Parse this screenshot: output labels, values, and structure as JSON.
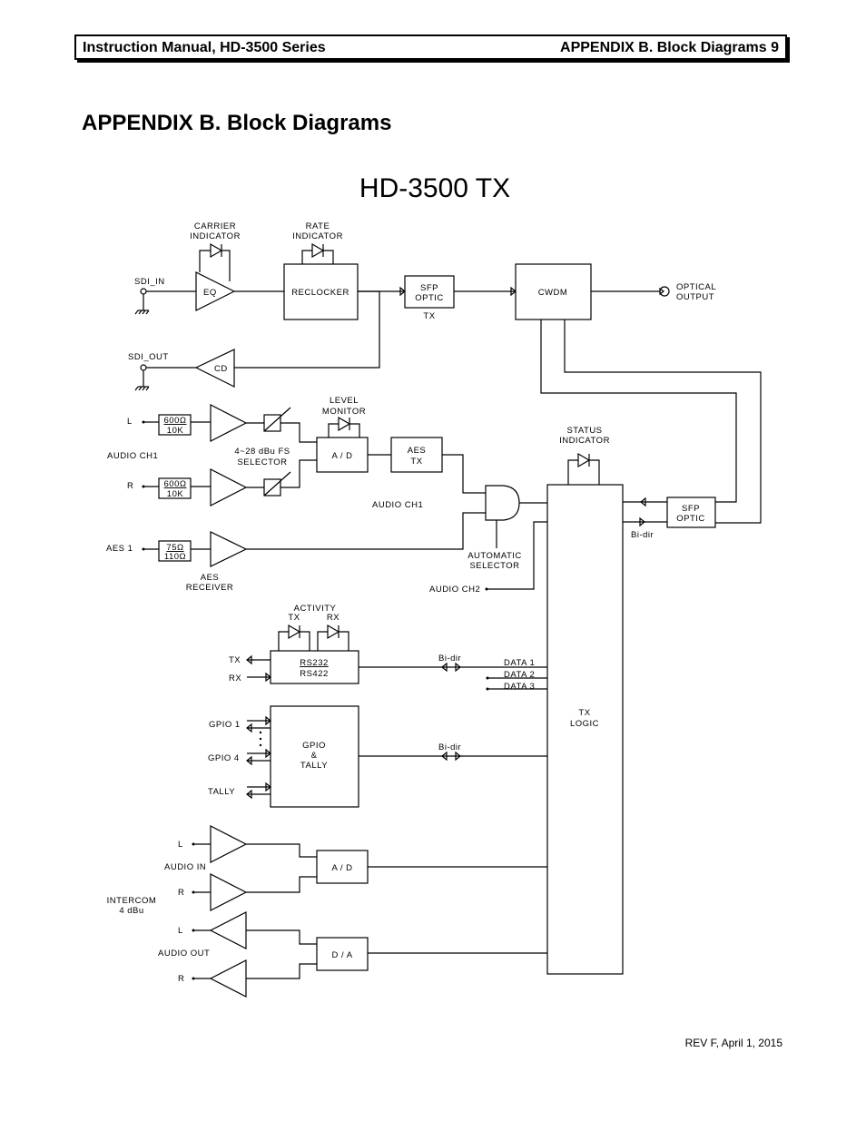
{
  "header": {
    "left": "Instruction Manual, HD-3500 Series",
    "right": "APPENDIX B. Block Diagrams 9"
  },
  "page_title": "APPENDIX B. Block Diagrams",
  "footer": "REV F, April 1, 2015",
  "diagram": {
    "title": "HD-3500 TX",
    "carrier_indicator": [
      "CARRIER",
      "INDICATOR"
    ],
    "rate_indicator": [
      "RATE",
      "INDICATOR"
    ],
    "sdi_in": "SDI_IN",
    "sdi_out": "SDI_OUT",
    "eq": "EQ",
    "cd": "CD",
    "reclocker": "RECLOCKER",
    "sfp_optic_tx": [
      "SFP",
      "OPTIC"
    ],
    "tx": "TX",
    "cwdm": "CWDM",
    "optical_output": [
      "OPTICAL",
      "OUTPUT"
    ],
    "level_monitor": [
      "LEVEL",
      "MONITOR"
    ],
    "audio_l": "L",
    "audio_r": "R",
    "audio_ch1_left": "AUDIO CH1",
    "pad_top": "600Ω",
    "pad_bottom": "10K",
    "selector": [
      "4~28 dBu FS",
      "SELECTOR"
    ],
    "ad": "A / D",
    "aes_tx": [
      "AES",
      "TX"
    ],
    "audio_ch1_mid": "AUDIO CH1",
    "aes1": "AES 1",
    "aes_pad_top": "75Ω",
    "aes_pad_bottom": "110Ω",
    "aes_receiver": [
      "AES",
      "RECEIVER"
    ],
    "automatic_selector": [
      "AUTOMATIC",
      "SELECTOR"
    ],
    "audio_ch2": "AUDIO CH2",
    "status_indicator": [
      "STATUS",
      "INDICATOR"
    ],
    "sfp_optic_rx": [
      "SFP",
      "OPTIC"
    ],
    "bidir": "Bi-dir",
    "tx_logic": [
      "TX",
      "LOGIC"
    ],
    "activity": "ACTIVITY",
    "act_tx": "TX",
    "act_rx": "RX",
    "rs232": "RS232",
    "rs422": "RS422",
    "tx_pin": "TX",
    "rx_pin": "RX",
    "data1": "DATA 1",
    "data2": "DATA 2",
    "data3": "DATA 3",
    "gpio1": "GPIO 1",
    "gpio4": "GPIO 4",
    "tally": "TALLY",
    "gpio_block": [
      "GPIO",
      "&",
      "TALLY"
    ],
    "audio_in": "AUDIO IN",
    "intercom": [
      "INTERCOM",
      "4 dBu"
    ],
    "audio_out": "AUDIO OUT",
    "da": "D / A"
  }
}
